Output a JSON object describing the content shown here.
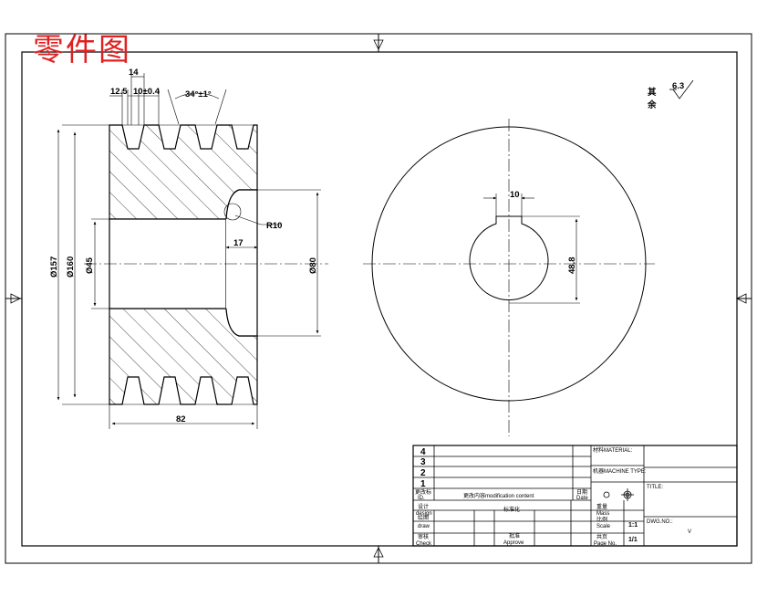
{
  "stamp": {
    "text": "零件图"
  },
  "dimensions": {
    "pitch": "14",
    "edge": "12.5",
    "groove_width": "10±0.4",
    "angle": "34°±1°",
    "d_outer": "Ø157",
    "d_pitch": "Ø160",
    "d_bore": "Ø45",
    "d_hub": "Ø80",
    "radius": "R10",
    "recess_depth": "17",
    "width": "82",
    "key_width": "10",
    "key_depth": "48.8"
  },
  "surface_note": {
    "label_line1": "其",
    "label_line2": "余",
    "value": "6.3"
  },
  "title_block": {
    "revisions": [
      {
        "no": "4"
      },
      {
        "no": "3"
      },
      {
        "no": "2"
      },
      {
        "no": "1"
      }
    ],
    "rev_header": {
      "no_cn": "更改标",
      "no_en": "ID.",
      "content": "更改内容modification content",
      "date_cn": "日期",
      "date_en": "Date"
    },
    "rows": [
      {
        "role_cn": "设计",
        "role_en": "design",
        "mid": "标准化",
        "mid2": "",
        "field_cn": "重量",
        "field_en": "Mass",
        "value": ""
      },
      {
        "role_cn": "绘图",
        "role_en": "draw",
        "mid": "",
        "mid2": "",
        "field_cn": "比例",
        "field_en": "Scale",
        "value": "1:1"
      },
      {
        "role_cn": "审核",
        "role_en": "Check",
        "mid": "批准",
        "mid2": "Approve",
        "field_cn": "共页",
        "field_en": "Page No.",
        "value": "1/1"
      }
    ],
    "material_label": "材料MATERIAL:",
    "machine_label": "机器MACHINE TYPE:",
    "title_label": "TITLE:",
    "dwg_label": "DWG.NO.:",
    "dwg_value": "V"
  }
}
